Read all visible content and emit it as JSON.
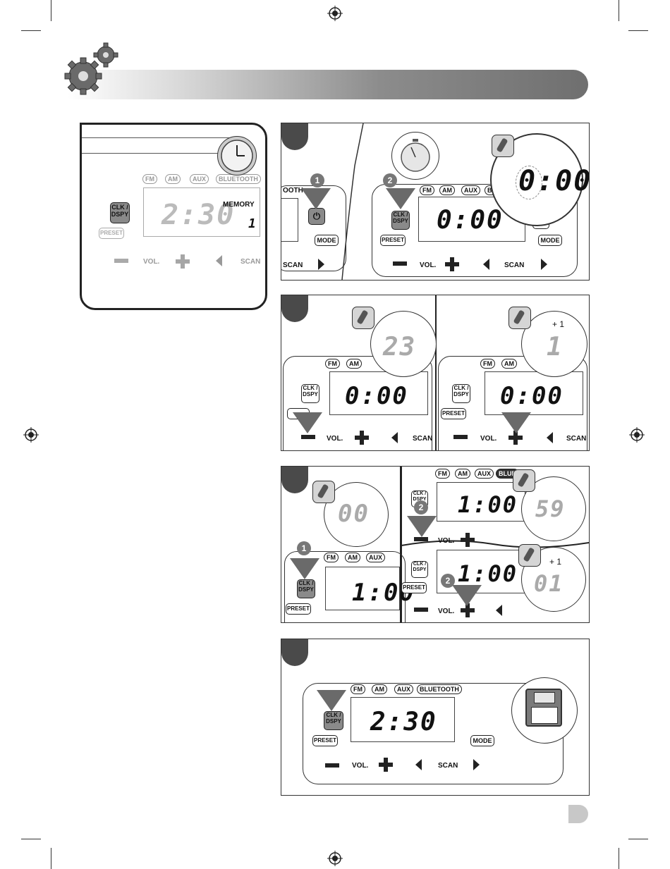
{
  "labels": {
    "fm": "FM",
    "am": "AM",
    "aux": "AUX",
    "bluetooth": "BLUETOOTH",
    "blue_partial": "BLUE",
    "clk_dspy_1": "CLK /",
    "clk_dspy_2": "DSPY",
    "preset": "PRESET",
    "mode": "MODE",
    "vol": "VOL.",
    "scan": "SCAN",
    "memory": "MEMORY",
    "memory_num": "1",
    "tooth": "OOTH"
  },
  "intro_display": {
    "time": "2:30"
  },
  "step1": {
    "callout_1": "1",
    "callout_2": "2",
    "bubble_value": "0:00",
    "display": "0:00"
  },
  "step2": {
    "left": {
      "bubble_value": "23",
      "display": "0:00"
    },
    "right": {
      "increment": "+ 1",
      "bubble_value": "1",
      "display": "0:00"
    }
  },
  "step3": {
    "callout_1": "1",
    "callout_2": "2",
    "left": {
      "bubble_value": "00",
      "display": "1:00"
    },
    "top_right": {
      "display": "1:00",
      "bubble_value": "59"
    },
    "bottom_right": {
      "display": "1:00",
      "increment": "+ 1",
      "bubble_value": "01"
    }
  },
  "step4": {
    "display": "2:30"
  }
}
